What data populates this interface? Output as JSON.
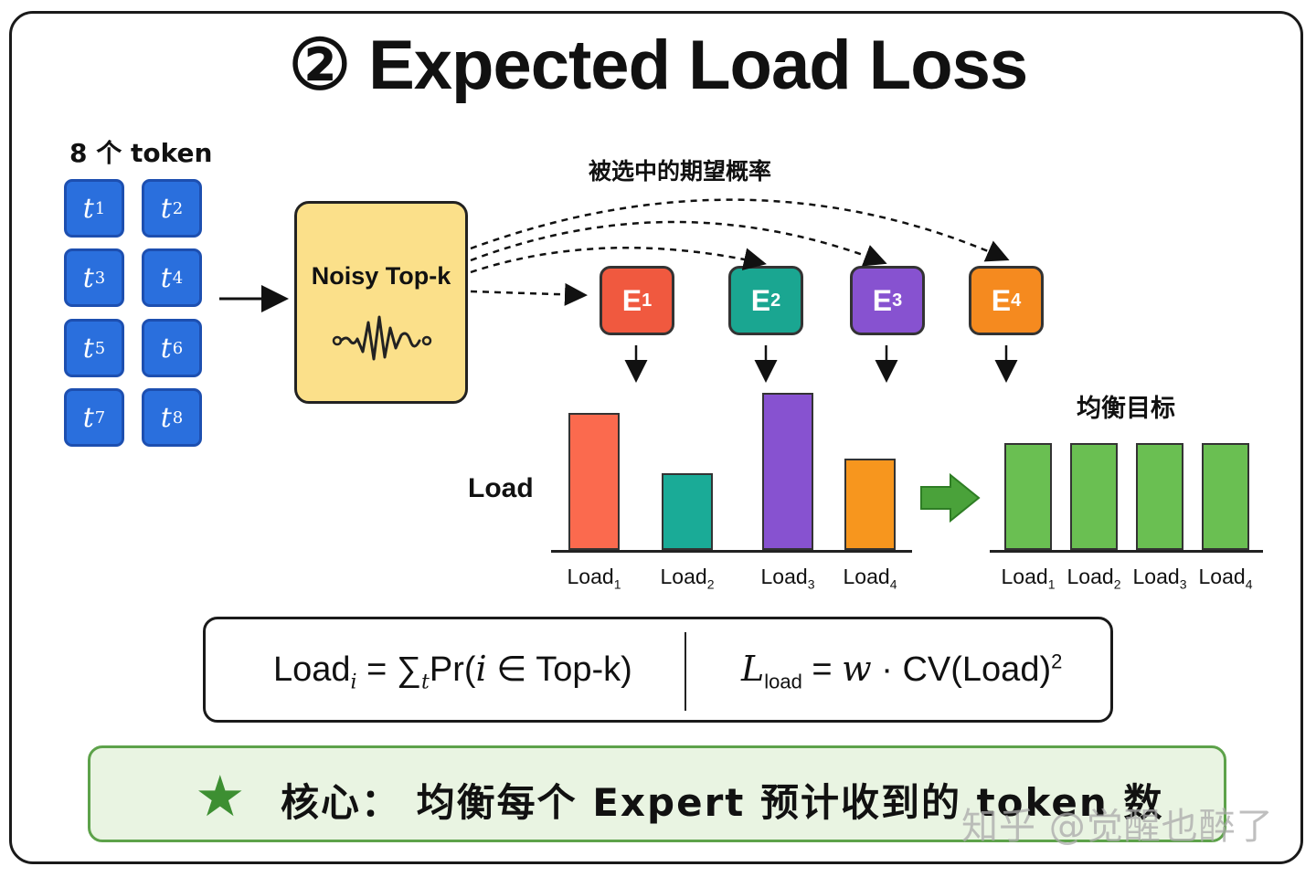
{
  "title": "② Expected Load Loss",
  "tokens": {
    "label": "8 个 token",
    "items": [
      {
        "base": "t",
        "sub": "1"
      },
      {
        "base": "t",
        "sub": "2"
      },
      {
        "base": "t",
        "sub": "3"
      },
      {
        "base": "t",
        "sub": "4"
      },
      {
        "base": "t",
        "sub": "5"
      },
      {
        "base": "t",
        "sub": "6"
      },
      {
        "base": "t",
        "sub": "7"
      },
      {
        "base": "t",
        "sub": "8"
      }
    ]
  },
  "router": {
    "label": "Noisy Top-k"
  },
  "annotation": "被选中的期望概率",
  "experts": [
    {
      "base": "E",
      "sub": "1",
      "color": "#f0593f"
    },
    {
      "base": "E",
      "sub": "2",
      "color": "#1aa691"
    },
    {
      "base": "E",
      "sub": "3",
      "color": "#8752d0"
    },
    {
      "base": "E",
      "sub": "4",
      "color": "#f58a1f"
    }
  ],
  "load_axis_label": "Load",
  "goal_label": "均衡目标",
  "chart_data": [
    {
      "type": "bar",
      "categories": [
        "Load₁",
        "Load₂",
        "Load₃",
        "Load₄"
      ],
      "category_parts": [
        {
          "base": "Load",
          "sub": "1"
        },
        {
          "base": "Load",
          "sub": "2"
        },
        {
          "base": "Load",
          "sub": "3"
        },
        {
          "base": "Load",
          "sub": "4"
        }
      ],
      "values": [
        0.87,
        0.49,
        1.0,
        0.58
      ],
      "colors": [
        "#fb6a4e",
        "#1aab97",
        "#8752d0",
        "#f7961e"
      ],
      "ylabel": "Load"
    },
    {
      "type": "bar",
      "title": "均衡目标",
      "categories": [
        "Load₁",
        "Load₂",
        "Load₃",
        "Load₄"
      ],
      "category_parts": [
        {
          "base": "Load",
          "sub": "1"
        },
        {
          "base": "Load",
          "sub": "2"
        },
        {
          "base": "Load",
          "sub": "3"
        },
        {
          "base": "Load",
          "sub": "4"
        }
      ],
      "values": [
        0.68,
        0.68,
        0.68,
        0.68
      ],
      "colors": [
        "#6abf52",
        "#6abf52",
        "#6abf52",
        "#6abf52"
      ]
    }
  ],
  "formula": {
    "left": {
      "load": "Load",
      "sub_i": "i",
      "equals": "=",
      "sum": "∑",
      "sub_t": "t",
      "pr": "Pr(",
      "i": "i",
      "rest": " ∈ Top-k)"
    },
    "right": {
      "L": "L",
      "sub_load": "load",
      "equals": "=",
      "w": "w",
      "dot": "·",
      "cv": "CV(Load)",
      "sup": "2"
    }
  },
  "core": {
    "star": "★",
    "text": "核心： 均衡每个 Expert 预计收到的 token 数"
  },
  "watermark": "知乎 @觉醒也醉了"
}
